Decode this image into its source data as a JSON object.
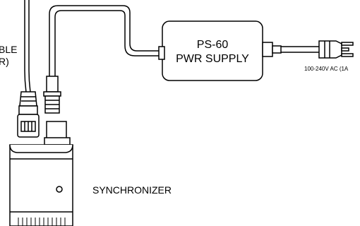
{
  "power_supply": {
    "line1": "PS-60",
    "line2": "PWR SUPPLY"
  },
  "ac_plug": {
    "label": "100-240V AC (1A"
  },
  "synchronizer": {
    "label": "SYNCHRONIZER"
  },
  "cable_note": {
    "line1": "BLE",
    "line2": "R)"
  },
  "colors": {
    "line": "#000000",
    "fill": "#ffffff",
    "unit_fill": "#d9d9d9"
  }
}
